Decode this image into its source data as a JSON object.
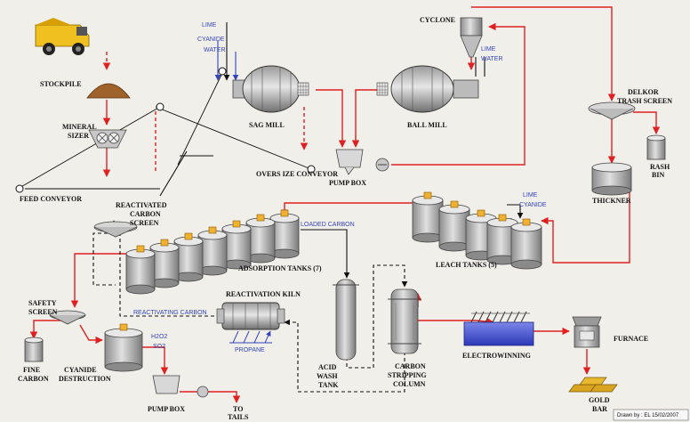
{
  "labels": {
    "stockpile": "STOCKPILE",
    "mineral_sizer": [
      "MINERAL",
      "SIZER"
    ],
    "feed_conveyor": "FEED CONVEYOR",
    "sag_mill": "SAG MILL",
    "ball_mill": "BALL MILL",
    "cyclone": "CYCLONE",
    "oversize_conveyor": "OVERS IZE CONVEYOR",
    "pump_box_1": "PUMP BOX",
    "delkor": [
      "DELKOR",
      "TRASH SCREEN"
    ],
    "trash_bin": [
      "RASH",
      "BIN"
    ],
    "thickner": "THICKNER",
    "reactivated_screen": [
      "REACTIVATED",
      "CARBON",
      "SCREEN"
    ],
    "adsorption_tanks": "ADSORPTION TANKS (7)",
    "leach_tanks": "LEACH TANKS (5)",
    "safety_screen": [
      "SAFETY",
      "SCREEN"
    ],
    "fine_carbon": [
      "FINE",
      "CARBON"
    ],
    "cyanide_destruction": [
      "CYANIDE",
      "DESTRUCTION"
    ],
    "reactivation_kiln": "REACTIVATION KILN",
    "acid_wash": [
      "ACID",
      "WASH",
      "TANK"
    ],
    "stripping_column": [
      "CARBON",
      "STRIPPING",
      "COLUMN"
    ],
    "electrowinning": "ELECTROWINNING",
    "furnace": "FURNACE",
    "gold_bar": [
      "GOLD",
      "BAR"
    ],
    "pump_box_2": "PUMP BOX",
    "to_tails": [
      "TO",
      "TAILS"
    ]
  },
  "inputs": {
    "sag": [
      "LIME",
      "CYANIDE",
      "WATER"
    ],
    "ball": [
      "LIME",
      "WATER"
    ],
    "leach": [
      "LIME",
      "CYANIDE"
    ],
    "cyanide_destruction": [
      "H2O2",
      "SO2"
    ],
    "kiln_fuel": "PROPANE"
  },
  "streams": {
    "loaded_carbon": "LOADED CARBON",
    "reactivating_carbon": "REACTIVATING CARBON"
  },
  "credit": "Drawn by : EL 15/02/2007",
  "colors": {
    "slurry": "#e02020",
    "carbon": "#111111",
    "reagent": "#3344bb",
    "equipment": "#a9a9a9",
    "gold": "#d9a521"
  }
}
